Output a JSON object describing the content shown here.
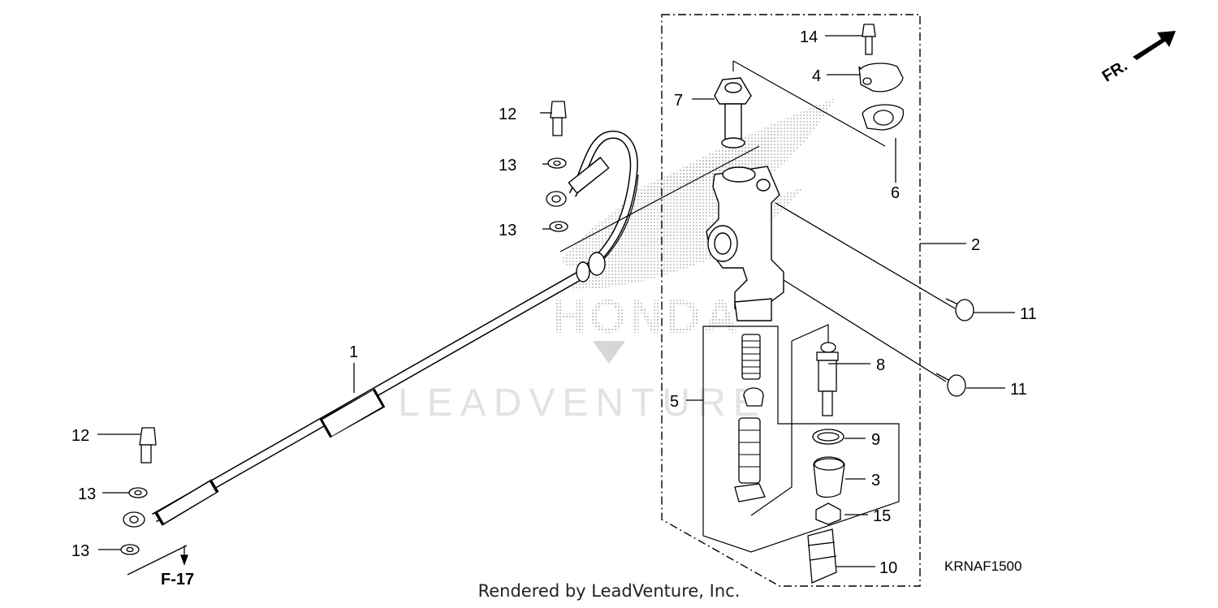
{
  "callouts": {
    "c1": "1",
    "c2": "2",
    "c3": "3",
    "c4": "4",
    "c5": "5",
    "c6": "6",
    "c7": "7",
    "c8": "8",
    "c9": "9",
    "c10": "10",
    "c11a": "11",
    "c11b": "11",
    "c12a": "12",
    "c12b": "12",
    "c13a": "13",
    "c13b": "13",
    "c13c": "13",
    "c13d": "13",
    "c14": "14",
    "c15": "15"
  },
  "front_label": "FR.",
  "ref_label": "F-17",
  "watermark": {
    "brand": "HONDA",
    "text": "LEADVENTURE"
  },
  "diagram_code": "KRNAF1500",
  "footer": "Rendered by LeadVenture, Inc."
}
